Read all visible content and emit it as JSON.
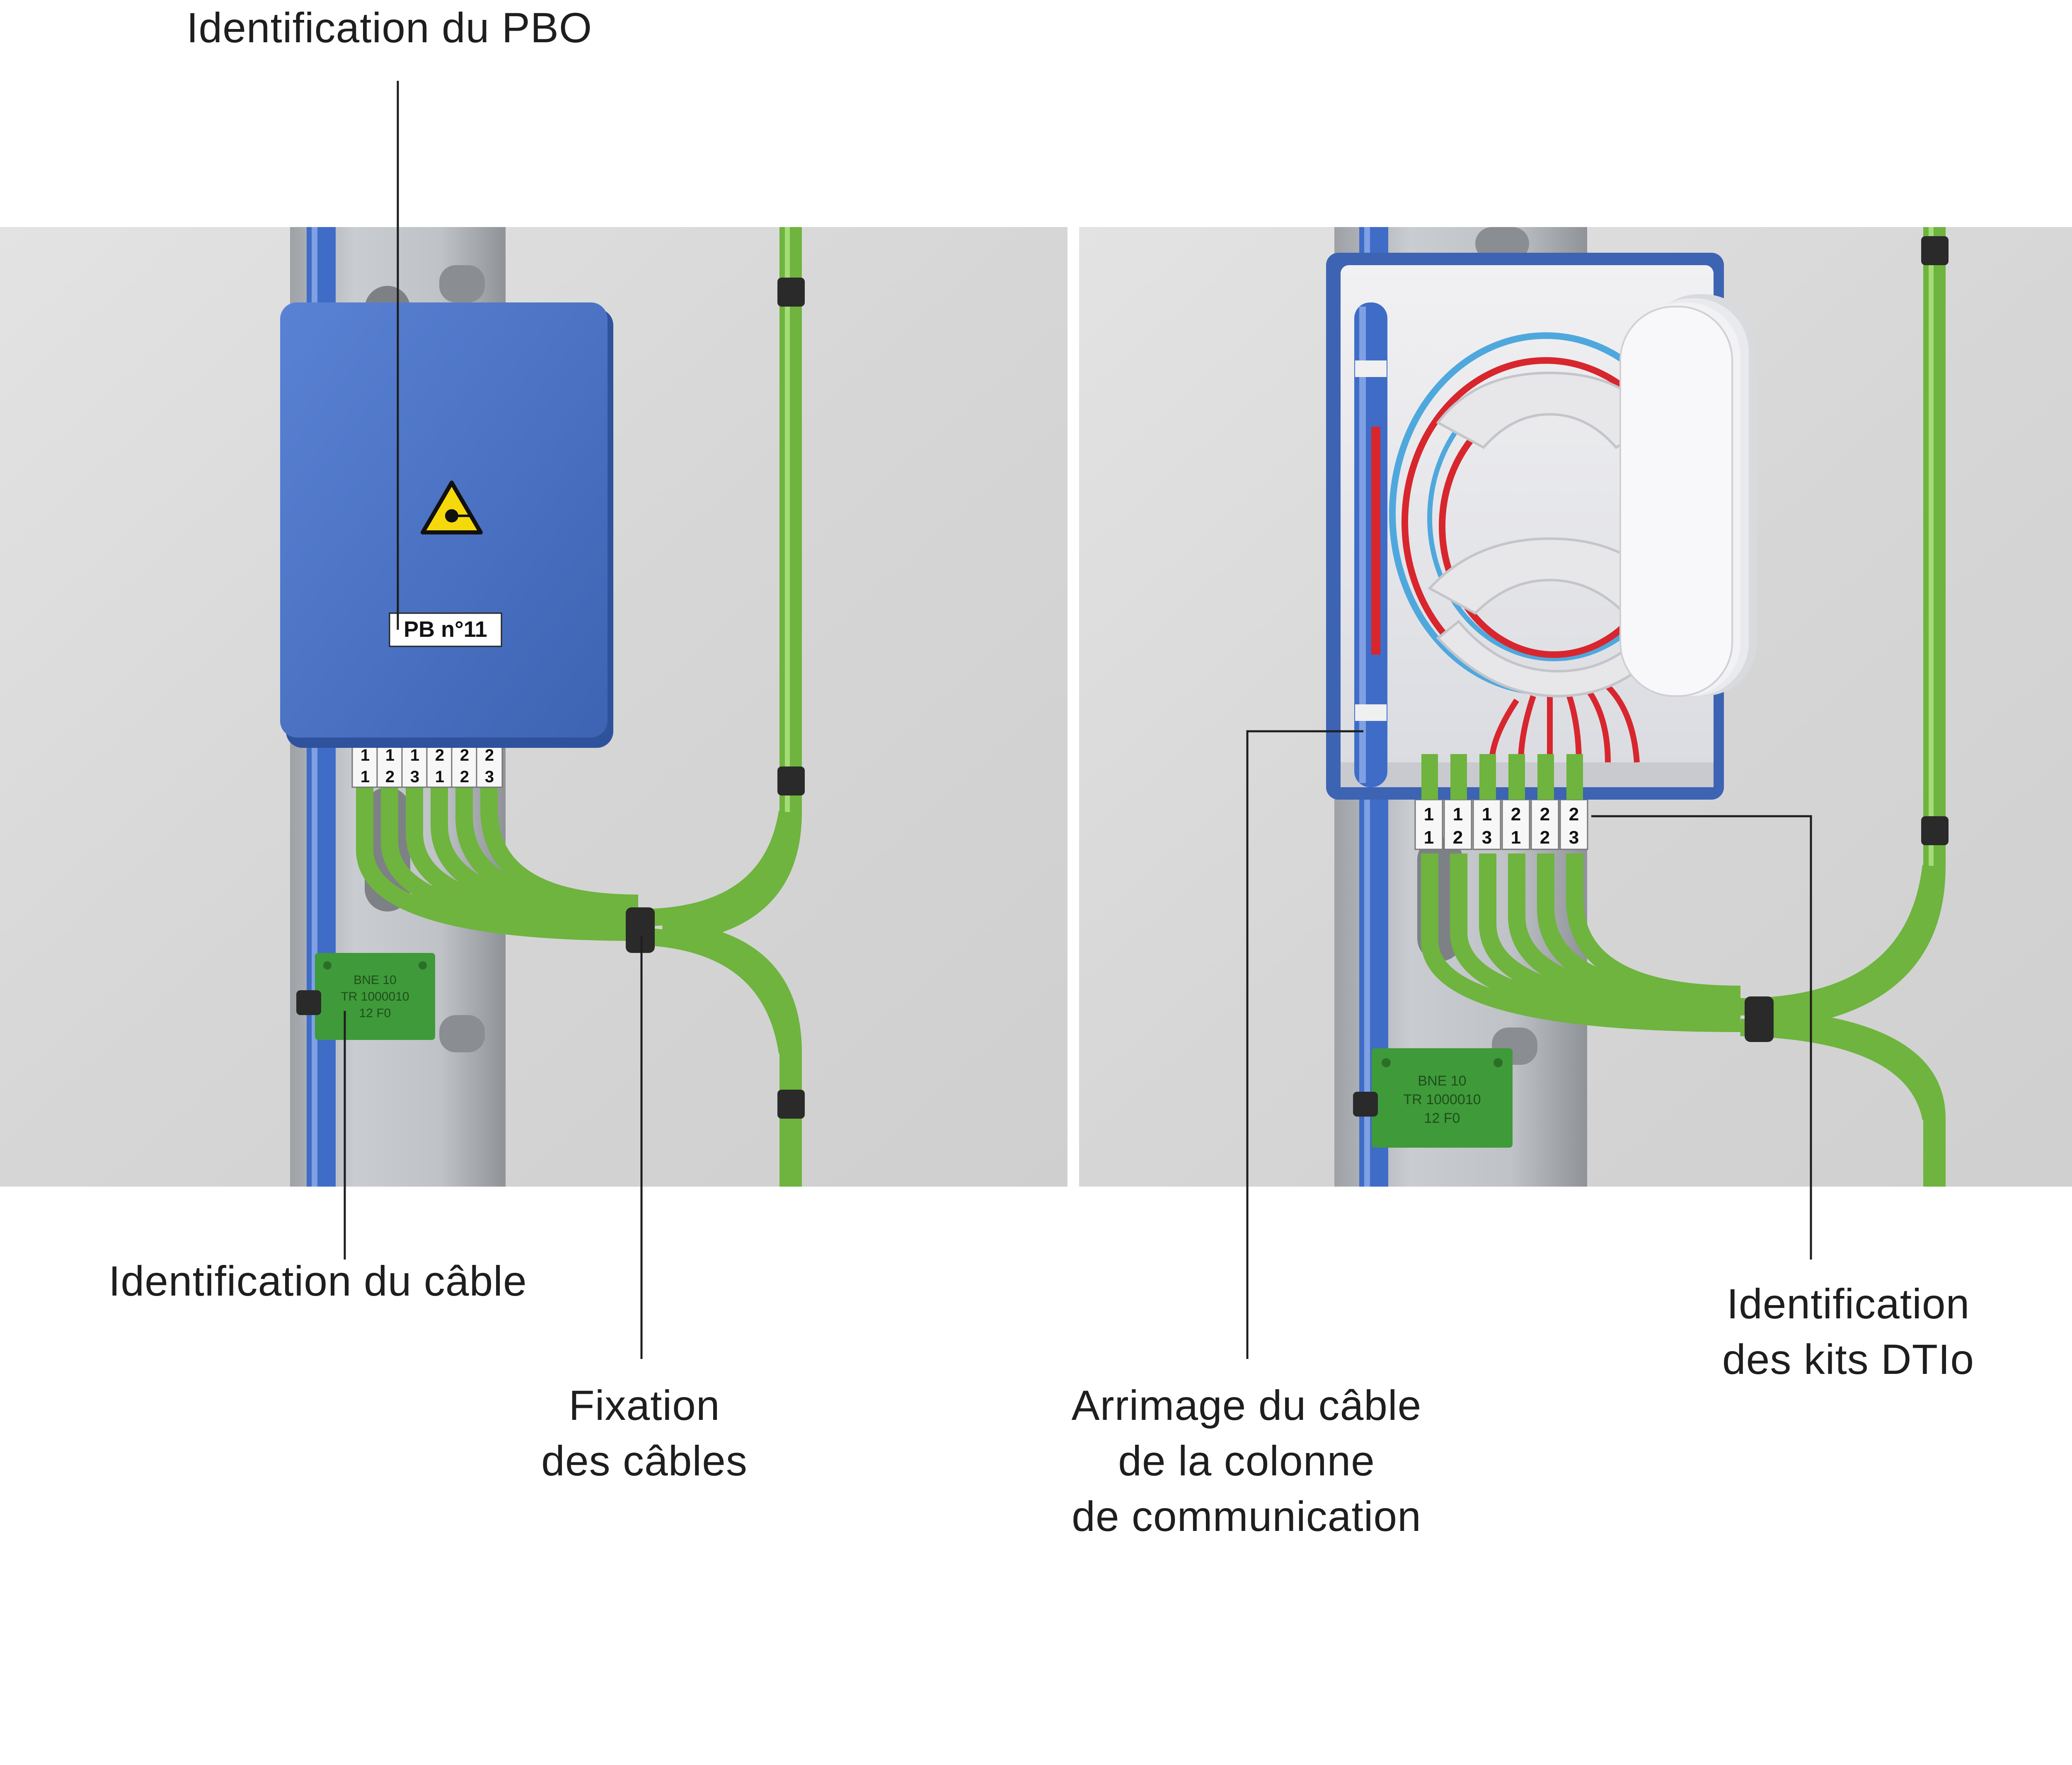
{
  "captions": {
    "pbo_id": "Identification du PBO",
    "cable_id": "Identification du câble",
    "fixation": [
      "Fixation",
      "des câbles"
    ],
    "arrimage": [
      "Arrimage du câble",
      "de la colonne",
      "de communication"
    ],
    "dtio_id": [
      "Identification",
      "des kits DTIo"
    ]
  },
  "left_panel": {
    "box_label": "PB n°11",
    "cable_tag": [
      "BNE 10",
      "TR 1000010",
      "12 F0"
    ],
    "port_labels": [
      [
        "1",
        "1"
      ],
      [
        "1",
        "2"
      ],
      [
        "1",
        "3"
      ],
      [
        "2",
        "1"
      ],
      [
        "2",
        "2"
      ],
      [
        "2",
        "3"
      ]
    ]
  },
  "right_panel": {
    "cable_tag": [
      "BNE 10",
      "TR 1000010",
      "12 F0"
    ],
    "port_labels": [
      [
        "1",
        "1"
      ],
      [
        "1",
        "2"
      ],
      [
        "1",
        "3"
      ],
      [
        "2",
        "1"
      ],
      [
        "2",
        "2"
      ],
      [
        "2",
        "3"
      ]
    ]
  },
  "colors": {
    "wall": "#dcdcdc",
    "box_blue": "#4a72c4",
    "cable_green": "#7cc24a",
    "tag_green": "#3f9a3a",
    "fiber_red": "#d8262e",
    "fiber_blue": "#4fa8dd",
    "rail_metal": "#b9bcc0",
    "warning_yellow": "#f5d90a"
  }
}
